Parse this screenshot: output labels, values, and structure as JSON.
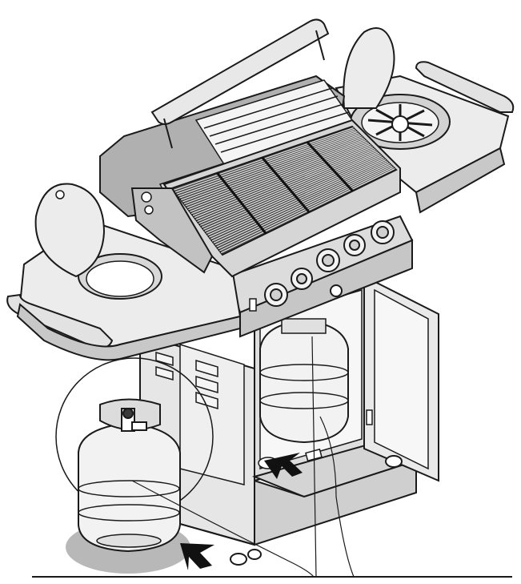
{
  "diagram": {
    "colors": {
      "ink": "#1a1a1a",
      "panel": "#e6e6e6",
      "panel_light": "#f2f2f2",
      "panel_mid": "#cfcfcf",
      "panel_dark": "#9a9a9a",
      "grate": "#3a3a3a",
      "shadow": "#b8b8b8",
      "arrow": "#111111"
    },
    "parts": {
      "grill": "gas-grill",
      "tank_outside": "propane-tank-outside",
      "tank_inside": "propane-tank-inside",
      "callout": "tank-placement-callout",
      "arrows": [
        "arrow-outside-tank",
        "arrow-cabinet-floor"
      ],
      "knob_count": 5
    }
  }
}
